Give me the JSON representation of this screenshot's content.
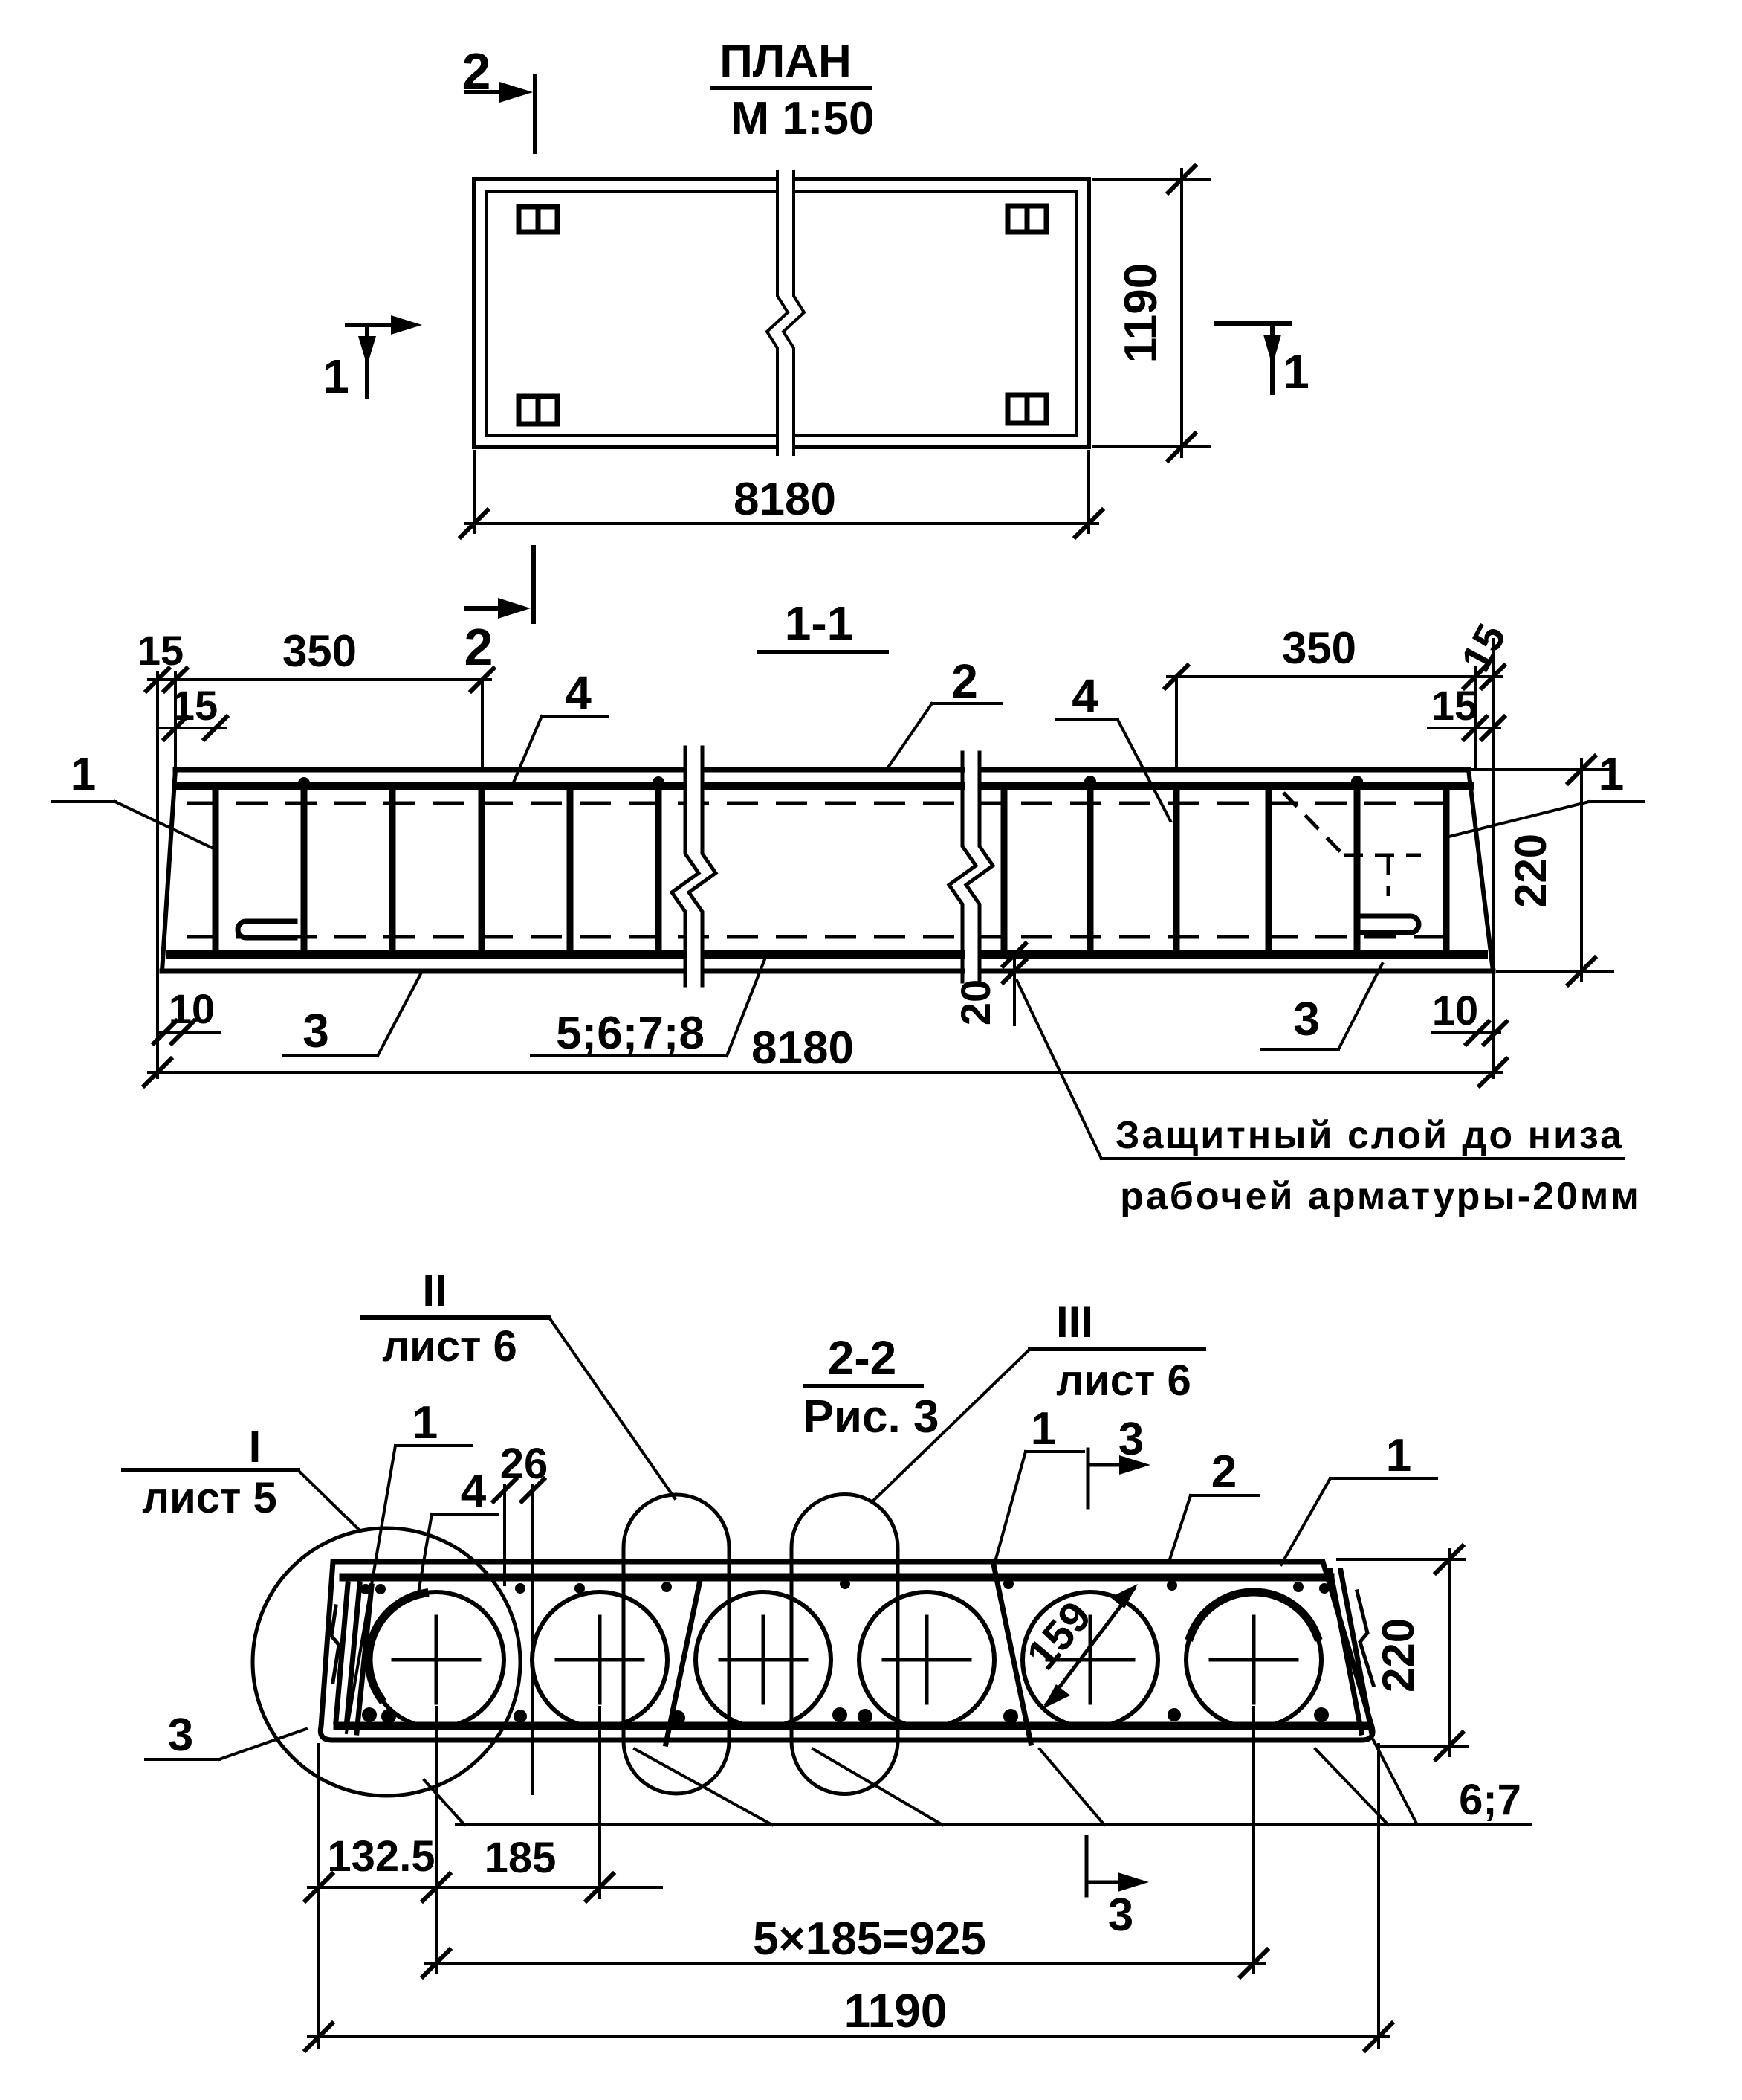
{
  "drawing": {
    "plan": {
      "title": "ПЛАН",
      "scale": "М 1:50",
      "dim_length": "8180",
      "dim_width": "1190",
      "marker_section2": "2",
      "marker_section1_left": "1",
      "marker_section1_right": "1"
    },
    "section_1_1": {
      "title": "1-1",
      "marker_section2": "2",
      "dim_15_left_top": "15",
      "dim_350_left": "350",
      "dim_15_left_inner": "15",
      "dim_350_right": "350",
      "dim_15_right_top": "15",
      "dim_15_right_inner": "15",
      "dim_10_left": "10",
      "dim_10_right": "10",
      "dim_height": "220",
      "dim_length": "8180",
      "dim_cover": "20",
      "label_cage_left": "1",
      "label_cage_right": "1",
      "label_mesh_top": "2",
      "label_spacer_left": "4",
      "label_spacer_right": "4",
      "label_mesh_bottom_left": "3",
      "label_mesh_bottom_right": "3",
      "label_bottom_bars": "5;6;7;8",
      "note_line1": "Защитный слой до низа",
      "note_line2": "рабочей арматуры-20мм"
    },
    "section_2_2": {
      "title": "2-2",
      "subtitle": "Рис. 3",
      "detail_I_num": "I",
      "detail_I_sheet": "лист 5",
      "detail_II_num": "II",
      "detail_II_sheet": "лист 6",
      "detail_III_num": "III",
      "detail_III_sheet": "лист 6",
      "label_cage_left": "1",
      "label_cage_mid": "1",
      "label_cage_right": "1",
      "label_spacer": "4",
      "label_mesh_top": "2",
      "label_mesh_bottom": "3",
      "label_bottom_bars": "6;7",
      "dim_26": "26",
      "dim_core_diameter": "159",
      "dim_height": "220",
      "dim_edge_to_core": "132.5",
      "dim_core_pitch": "185",
      "dim_pitch_total": "5×185=925",
      "dim_width": "1190",
      "marker_section3_top": "3",
      "marker_section3_bottom": "3"
    }
  }
}
